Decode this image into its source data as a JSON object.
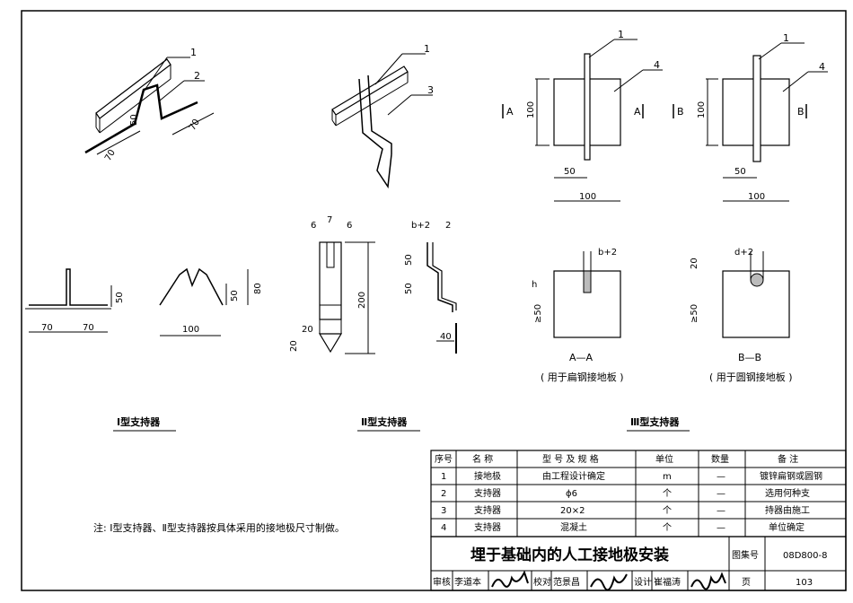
{
  "sections": {
    "type1": "Ⅰ型支持器",
    "type2": "Ⅱ型支持器",
    "type3": "Ⅲ型支持器"
  },
  "sections_title": {
    "aa": "A—A",
    "aa_note": "( 用于扁钢接地板 )",
    "bb": "B—B",
    "bb_note": "( 用于圆钢接地板 )"
  },
  "callouts": {
    "c1": "1",
    "c2": "2",
    "c3": "3",
    "c4": "4",
    "A": "A",
    "B": "B"
  },
  "dims": {
    "d70": "70",
    "d50": "50",
    "d80": "80",
    "d100": "100",
    "d200": "200",
    "d20": "20",
    "d40": "40",
    "d6": "6",
    "d7": "7",
    "d2": "2",
    "b2": "b+2",
    "d2b": "d+2",
    "h": "h",
    "ge50": "≥50"
  },
  "note": "注: Ⅰ型支持器、Ⅱ型支持器按具体采用的接地极尺寸制做。",
  "table": {
    "headers": [
      "序号",
      "名  称",
      "型 号 及 规 格",
      "单位",
      "数量",
      "备  注"
    ],
    "rows": [
      [
        "1",
        "接地极",
        "由工程设计确定",
        "m",
        "—",
        "镀锌扁钢或圆钢"
      ],
      [
        "2",
        "支持器",
        "ϕ6",
        "个",
        "—",
        "选用何种支"
      ],
      [
        "3",
        "支持器",
        "20×2",
        "个",
        "—",
        "持器由施工"
      ],
      [
        "4",
        "支持器",
        "混凝土",
        "个",
        "—",
        "单位确定"
      ]
    ]
  },
  "titleblock": {
    "title": "埋于基础内的人工接地极安装",
    "atlas_label": "图集号",
    "atlas_no": "08D800-8",
    "page_label": "页",
    "page_no": "103",
    "review_label": "审核",
    "review_name": "李道本",
    "check_label": "校对",
    "check_name": "范景昌",
    "design_label": "设计",
    "design_name": "崔福涛"
  }
}
